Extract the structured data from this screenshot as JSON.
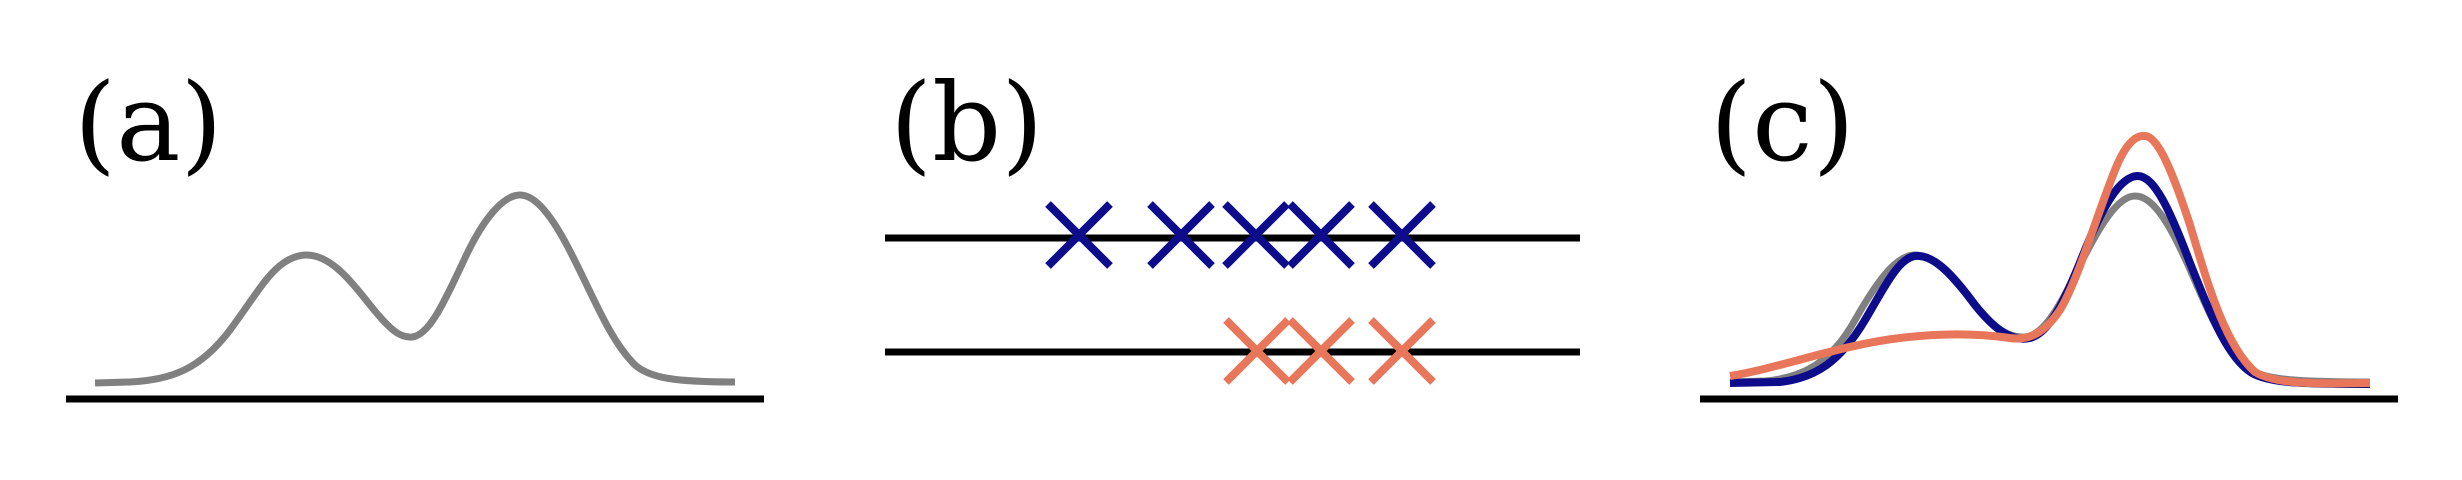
{
  "panels": [
    {
      "label": "(a)"
    },
    {
      "label": "(b)"
    },
    {
      "label": "(c)"
    }
  ],
  "colors": {
    "gray": "#808080",
    "navy": "#0d0d8c",
    "salmon": "#e8765a",
    "axis": "#000000"
  }
}
